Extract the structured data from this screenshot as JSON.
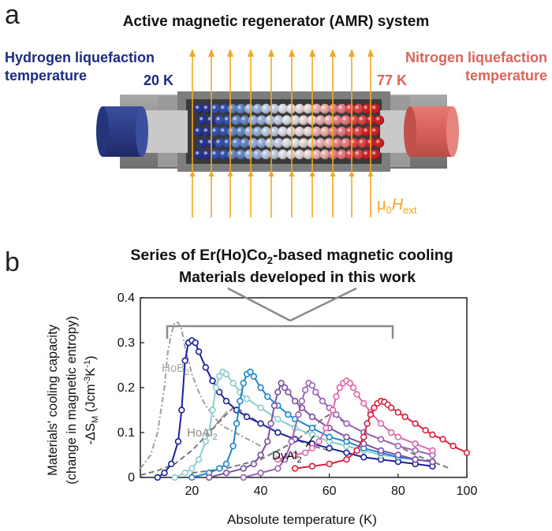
{
  "panel_a": {
    "letter": "a",
    "title": "Active magnetic regenerator (AMR) system",
    "left_label_line1": "Hydrogen liquefaction",
    "left_label_line2": "temperature",
    "left_temp": "20 K",
    "right_label_line1": "Nitrogen liquefaction",
    "right_label_line2": "temperature",
    "right_temp": "77 K",
    "field_symbol": "μ",
    "field_sub0": "0",
    "field_H": "H",
    "field_sub": "ext",
    "colors": {
      "cold": "#1d2c80",
      "hot": "#d9645b",
      "field_arrow": "#f5a623",
      "housing": "#8c8c8c"
    }
  },
  "panel_b": {
    "letter": "b",
    "title_line1_pre": "Series of Er(Ho)Co",
    "title_line1_sub": "2",
    "title_line1_post": "-based magnetic cooling",
    "title_line2": "Materials developed in this work",
    "ylabel_line1": "Materials' cooling capacity",
    "ylabel_line2": "(change in magnetic entropy)",
    "ylabel_line3_pre": "-ΔS",
    "ylabel_line3_sub": "M",
    "ylabel_line3_mid": " (Jcm",
    "ylabel_line3_sup1": "-3",
    "ylabel_line3_k": "K",
    "ylabel_line3_sup2": "-1",
    "ylabel_line3_post": ")",
    "xlabel": "Absolute temperature (K)",
    "labels": {
      "hob2_pre": "HoB",
      "hob2_sub": "2",
      "hoal2_pre": "HoAl",
      "hoal2_sub": "2",
      "dyal2_pre": "DyAl",
      "dyal2_sub": "2"
    }
  },
  "chart_data": {
    "type": "line",
    "xlabel": "Absolute temperature (K)",
    "ylabel": "Materials' cooling capacity (change in magnetic entropy) -ΔSM (Jcm-3K-1)",
    "xlim": [
      5,
      100
    ],
    "ylim": [
      0,
      0.4
    ],
    "x_ticks": [
      20,
      40,
      60,
      80,
      100
    ],
    "y_ticks": [
      0,
      0.1,
      0.2,
      0.3,
      0.4
    ],
    "reference_series": [
      {
        "name": "HoB2",
        "color": "#a0a0a0",
        "style": "dash-dot",
        "x": [
          5,
          8,
          10,
          12,
          13,
          14,
          15,
          16,
          17,
          18,
          20,
          22,
          24,
          26,
          28,
          30,
          35,
          40
        ],
        "y": [
          0.02,
          0.05,
          0.1,
          0.2,
          0.28,
          0.32,
          0.345,
          0.345,
          0.33,
          0.29,
          0.23,
          0.19,
          0.16,
          0.14,
          0.12,
          0.11,
          0.09,
          0.07
        ]
      },
      {
        "name": "HoAl2",
        "color": "#777777",
        "style": "dashed",
        "x": [
          5,
          10,
          15,
          20,
          25,
          30,
          32,
          34,
          36,
          40,
          45,
          50,
          55,
          60
        ],
        "y": [
          0.005,
          0.015,
          0.03,
          0.06,
          0.1,
          0.14,
          0.155,
          0.15,
          0.14,
          0.12,
          0.1,
          0.085,
          0.07,
          0.06
        ]
      },
      {
        "name": "DyAl2",
        "color": "#777777",
        "style": "dashed",
        "x": [
          20,
          30,
          40,
          50,
          55,
          58,
          60,
          62,
          65,
          70,
          75,
          80,
          85,
          90,
          95
        ],
        "y": [
          0.01,
          0.02,
          0.04,
          0.08,
          0.11,
          0.13,
          0.14,
          0.135,
          0.12,
          0.1,
          0.085,
          0.07,
          0.05,
          0.035,
          0.02
        ]
      }
    ],
    "series": [
      {
        "color": "#1a1f9e",
        "x": [
          10,
          12,
          14,
          16,
          17,
          18,
          19,
          20,
          21,
          22,
          24,
          26,
          28,
          30,
          33,
          36,
          40,
          45,
          50,
          55,
          60,
          65,
          70,
          75,
          80,
          85,
          90
        ],
        "y": [
          0.0,
          0.01,
          0.03,
          0.08,
          0.15,
          0.26,
          0.3,
          0.305,
          0.3,
          0.28,
          0.245,
          0.215,
          0.19,
          0.17,
          0.15,
          0.135,
          0.12,
          0.1,
          0.085,
          0.075,
          0.065,
          0.055,
          0.045,
          0.04,
          0.035,
          0.03,
          0.025
        ]
      },
      {
        "color": "#8ccccc",
        "x": [
          15,
          18,
          20,
          22,
          24,
          25,
          26,
          27,
          28,
          29,
          30,
          32,
          34,
          36,
          40,
          45,
          50,
          55,
          60,
          65,
          70,
          75,
          80,
          85,
          90
        ],
        "y": [
          0.0,
          0.01,
          0.02,
          0.04,
          0.08,
          0.1,
          0.15,
          0.2,
          0.225,
          0.235,
          0.23,
          0.21,
          0.19,
          0.175,
          0.155,
          0.13,
          0.11,
          0.095,
          0.08,
          0.07,
          0.06,
          0.05,
          0.045,
          0.04,
          0.035
        ]
      },
      {
        "color": "#1e86c8",
        "x": [
          20,
          25,
          28,
          30,
          32,
          33,
          34,
          35,
          36,
          37,
          38,
          40,
          42,
          45,
          48,
          50,
          55,
          60,
          65,
          70,
          75,
          80,
          85,
          90
        ],
        "y": [
          0.0,
          0.01,
          0.02,
          0.03,
          0.07,
          0.12,
          0.17,
          0.21,
          0.23,
          0.235,
          0.225,
          0.2,
          0.18,
          0.16,
          0.14,
          0.13,
          0.11,
          0.09,
          0.08,
          0.065,
          0.055,
          0.045,
          0.04,
          0.035
        ]
      },
      {
        "color": "#7b4fa3",
        "x": [
          25,
          30,
          35,
          38,
          40,
          42,
          43,
          44,
          45,
          46,
          47,
          48,
          50,
          52,
          55,
          60,
          65,
          70,
          75,
          80,
          85,
          90
        ],
        "y": [
          0.0,
          0.01,
          0.02,
          0.03,
          0.05,
          0.08,
          0.12,
          0.16,
          0.19,
          0.21,
          0.2,
          0.19,
          0.17,
          0.155,
          0.135,
          0.11,
          0.09,
          0.075,
          0.06,
          0.05,
          0.04,
          0.035
        ]
      },
      {
        "color": "#9a62b2",
        "x": [
          35,
          40,
          45,
          47,
          49,
          51,
          52,
          53,
          54,
          55,
          56,
          58,
          60,
          62,
          65,
          70,
          75,
          80,
          85,
          90
        ],
        "y": [
          0.0,
          0.01,
          0.02,
          0.04,
          0.08,
          0.14,
          0.17,
          0.195,
          0.21,
          0.205,
          0.19,
          0.17,
          0.155,
          0.14,
          0.12,
          0.1,
          0.085,
          0.07,
          0.06,
          0.05
        ]
      },
      {
        "color": "#e066a8",
        "x": [
          45,
          50,
          53,
          55,
          57,
          59,
          61,
          62,
          63,
          64,
          65,
          66,
          67,
          68,
          70,
          72,
          75,
          78,
          80,
          85,
          90
        ],
        "y": [
          0.04,
          0.05,
          0.055,
          0.065,
          0.08,
          0.11,
          0.15,
          0.18,
          0.2,
          0.21,
          0.215,
          0.21,
          0.2,
          0.185,
          0.165,
          0.145,
          0.12,
          0.1,
          0.09,
          0.075,
          0.06
        ]
      },
      {
        "color": "#d8203a",
        "x": [
          50,
          55,
          60,
          65,
          68,
          70,
          71,
          72,
          73,
          74,
          75,
          76,
          77,
          78,
          80,
          82,
          85,
          88,
          90,
          93,
          96,
          100
        ],
        "y": [
          0.02,
          0.025,
          0.03,
          0.04,
          0.06,
          0.09,
          0.12,
          0.14,
          0.155,
          0.165,
          0.17,
          0.168,
          0.162,
          0.155,
          0.145,
          0.135,
          0.12,
          0.105,
          0.095,
          0.085,
          0.07,
          0.055
        ]
      }
    ]
  }
}
